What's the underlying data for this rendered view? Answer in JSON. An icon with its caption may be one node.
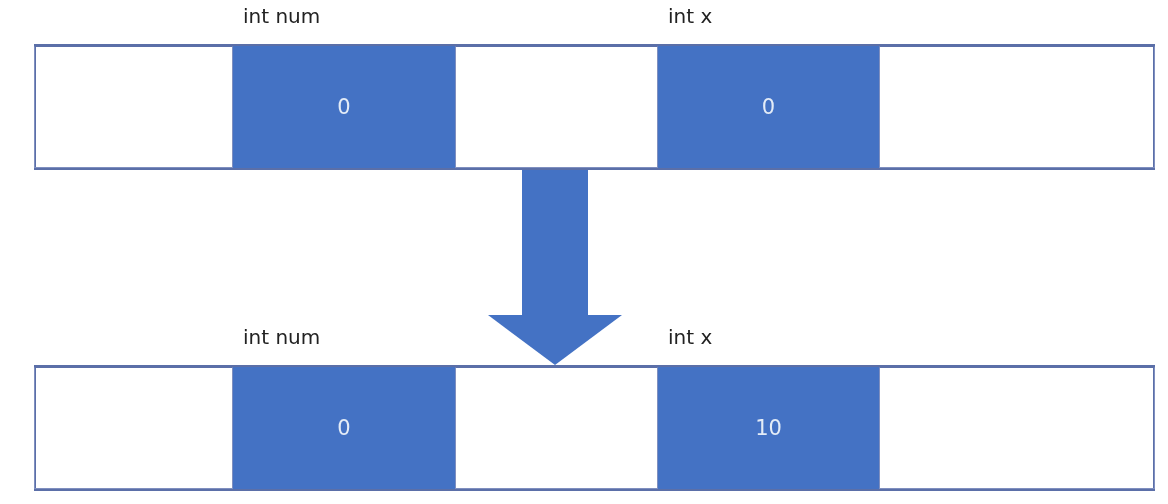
{
  "diagram": {
    "nodes": [
      {
        "text": [],
        "shape": "bar"
      },
      {
        "text": [],
        "shape": "box",
        "in": 0
      },
      {
        "text": [
          "0"
        ],
        "beside": [
          "int num"
        ],
        "in": 0
      },
      {
        "text": [],
        "shape": "box",
        "in": 0
      },
      {
        "text": [
          "0"
        ],
        "beside": [
          "int x"
        ],
        "in": 0
      },
      {
        "text": [],
        "shape": "box",
        "in": 0
      },
      {
        "text": [],
        "shape": "bar"
      },
      {
        "text": [],
        "shape": "box",
        "in": 6
      },
      {
        "text": [
          "0"
        ],
        "beside": [
          "int num"
        ],
        "in": 6
      },
      {
        "text": [],
        "shape": "box",
        "in": 6
      },
      {
        "text": [
          "10"
        ],
        "beside": [
          "int x"
        ],
        "in": 6
      },
      {
        "text": [],
        "shape": "box",
        "in": 6
      }
    ],
    "edges": [
      {
        "from": 0,
        "to": 6,
        "arrow": "to"
      }
    ]
  }
}
